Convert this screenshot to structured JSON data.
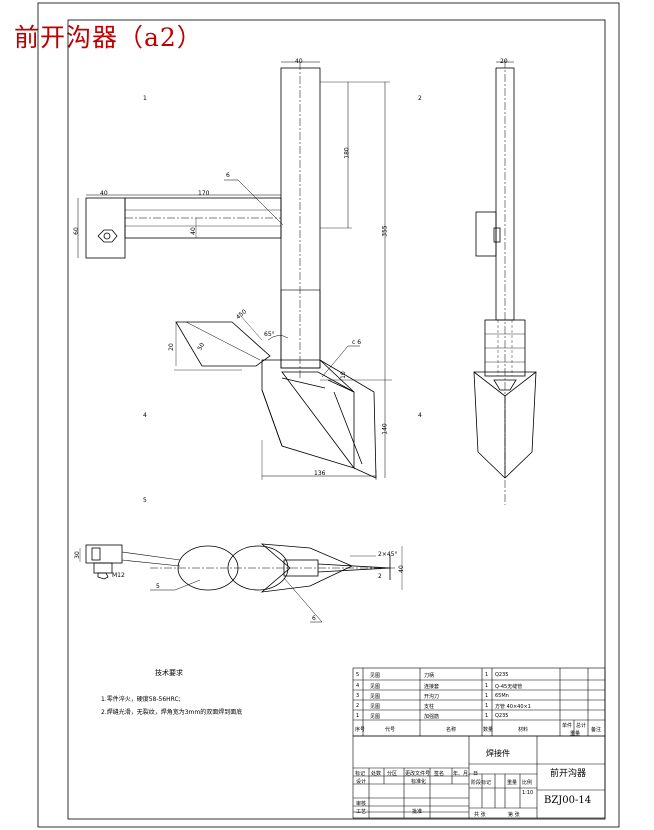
{
  "page_title": "前开沟器（a2）",
  "view_numbers": [
    "1",
    "2",
    "4",
    "4",
    "5"
  ],
  "dims": {
    "d40_top": "40",
    "d40_left": "40",
    "d60_left": "60",
    "d40_mid": "40",
    "d170": "170",
    "d180": "180",
    "d355": "355",
    "d140": "140",
    "d136": "136",
    "d20": "20",
    "d10": "10",
    "d50": "50",
    "d450": "450",
    "d65deg": "65°",
    "d45deg_bot": "2×45°",
    "dM12": "M12",
    "d30": "30",
    "d40_bottom": "40",
    "d2": "2",
    "side_top": "20"
  },
  "weld_symbols": {
    "w1": "6",
    "w2": "c 6",
    "w3": "5",
    "w4": "6"
  },
  "tech": {
    "heading": "技术要求",
    "line1": "1.零件淬火，硬度58-56HRC;",
    "line2": "2.焊缝光滑，无裂纹，焊角宽为3mm的双面焊到面底"
  },
  "bom": {
    "rows": [
      {
        "no": "5",
        "code": "见图",
        "name": "刀柄",
        "qty": "1",
        "mat": "Q235"
      },
      {
        "no": "4",
        "code": "见图",
        "name": "连接套",
        "qty": "1",
        "mat": "Q-45无缝管"
      },
      {
        "no": "3",
        "code": "见图",
        "name": "开沟刀",
        "qty": "1",
        "mat": "65Mn"
      },
      {
        "no": "2",
        "code": "见图",
        "name": "支柱",
        "qty": "1",
        "mat": "方管 40×40×1"
      },
      {
        "no": "1",
        "code": "见图",
        "name": "加强筋",
        "qty": "1",
        "mat": "Q235"
      }
    ],
    "header": {
      "no": "序号",
      "code": "代号",
      "name": "名称",
      "qty": "数量",
      "mat": "材料",
      "unit_w": "单件",
      "total_w": "总计",
      "weight": "重量",
      "remark": "备注"
    }
  },
  "titleblock": {
    "material_label": "焊接件",
    "drawing_name": "前开沟器",
    "drawing_no": "BZJ00-14",
    "labels": {
      "mark": "标记",
      "count": "处数",
      "zone": "分区",
      "change_doc": "更改文件号",
      "sign": "签名",
      "date": "年、月、日",
      "design": "设计",
      "standardize": "标准化",
      "stage": "阶段标记",
      "weight": "重量",
      "scale": "比例",
      "review": "审核",
      "process": "工艺",
      "approve": "批准",
      "sheets_total": "共 张",
      "sheet_no": "第 张",
      "scale_val": "1:10"
    }
  }
}
